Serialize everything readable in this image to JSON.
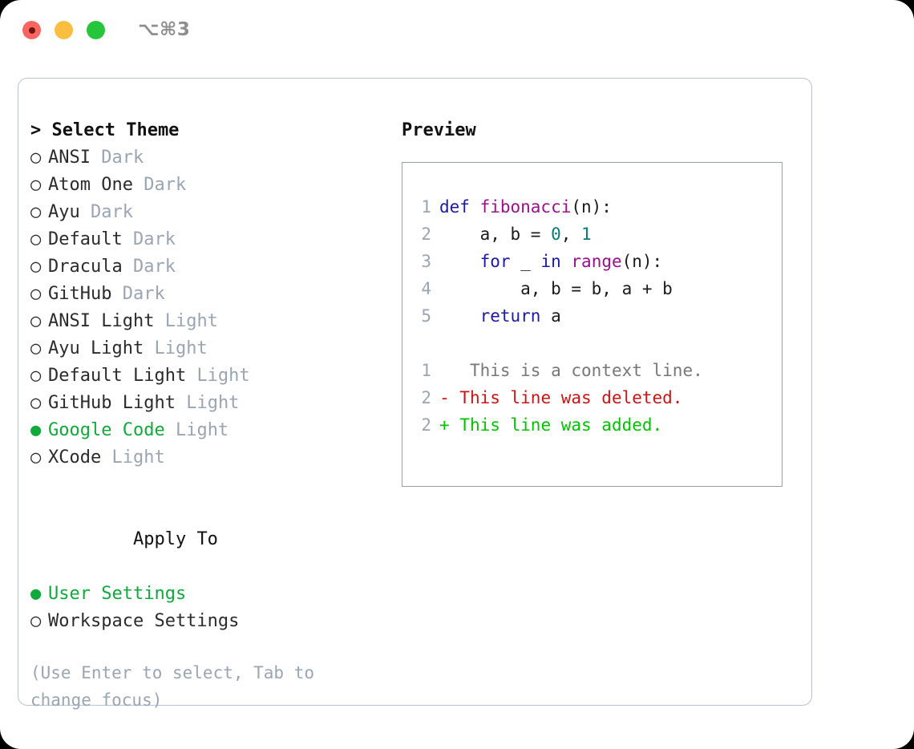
{
  "titlebar": {
    "lights": [
      {
        "name": "close",
        "color": "#fb6560"
      },
      {
        "name": "minimize",
        "color": "#fcbe40"
      },
      {
        "name": "zoom",
        "color": "#25c63b"
      }
    ],
    "shortcut": "⌥⌘3"
  },
  "theme_picker": {
    "heading": "> Select Theme",
    "heading_prefix": ">",
    "heading_text": "Select Theme",
    "options": [
      {
        "bullet": "○",
        "label": "ANSI",
        "variant": "Dark",
        "selected": false
      },
      {
        "bullet": "○",
        "label": "Atom One",
        "variant": "Dark",
        "selected": false
      },
      {
        "bullet": "○",
        "label": "Ayu",
        "variant": "Dark",
        "selected": false
      },
      {
        "bullet": "○",
        "label": "Default",
        "variant": "Dark",
        "selected": false
      },
      {
        "bullet": "○",
        "label": "Dracula",
        "variant": "Dark",
        "selected": false
      },
      {
        "bullet": "○",
        "label": "GitHub",
        "variant": "Dark",
        "selected": false
      },
      {
        "bullet": "○",
        "label": "ANSI Light",
        "variant": "Light",
        "selected": false
      },
      {
        "bullet": "○",
        "label": "Ayu Light",
        "variant": "Light",
        "selected": false
      },
      {
        "bullet": "○",
        "label": "Default Light",
        "variant": "Light",
        "selected": false
      },
      {
        "bullet": "○",
        "label": "GitHub Light",
        "variant": "Light",
        "selected": false
      },
      {
        "bullet": "●",
        "label": "Google Code",
        "variant": "Light",
        "selected": true
      },
      {
        "bullet": "○",
        "label": "XCode",
        "variant": "Light",
        "selected": false
      }
    ]
  },
  "apply_to": {
    "heading": "Apply To",
    "options": [
      {
        "bullet": "●",
        "label": "User Settings",
        "selected": true
      },
      {
        "bullet": "○",
        "label": "Workspace Settings",
        "selected": false
      }
    ]
  },
  "hint": "(Use Enter to select, Tab to change focus)",
  "preview": {
    "heading": "Preview",
    "code_lines": [
      {
        "num": "1",
        "tokens": [
          {
            "t": "def ",
            "c": "kw"
          },
          {
            "t": "fibonacci",
            "c": "fn"
          },
          {
            "t": "(n):",
            "c": "pl"
          }
        ]
      },
      {
        "num": "2",
        "tokens": [
          {
            "t": "    a, b = ",
            "c": "pl"
          },
          {
            "t": "0",
            "c": "num"
          },
          {
            "t": ", ",
            "c": "pl"
          },
          {
            "t": "1",
            "c": "num"
          }
        ]
      },
      {
        "num": "3",
        "tokens": [
          {
            "t": "    ",
            "c": "pl"
          },
          {
            "t": "for",
            "c": "kw"
          },
          {
            "t": " _ ",
            "c": "pl"
          },
          {
            "t": "in",
            "c": "kw"
          },
          {
            "t": " ",
            "c": "pl"
          },
          {
            "t": "range",
            "c": "fn"
          },
          {
            "t": "(n):",
            "c": "pl"
          }
        ]
      },
      {
        "num": "4",
        "tokens": [
          {
            "t": "        a, b = b, a + b",
            "c": "pl"
          }
        ]
      },
      {
        "num": "5",
        "tokens": [
          {
            "t": "    ",
            "c": "pl"
          },
          {
            "t": "return",
            "c": "kw"
          },
          {
            "t": " a",
            "c": "pl"
          }
        ]
      }
    ],
    "diff_lines": [
      {
        "num": "1",
        "marker": " ",
        "text": "  This is a context line.",
        "kind": "ctx"
      },
      {
        "num": "2",
        "marker": "-",
        "text": " This line was deleted.",
        "kind": "del"
      },
      {
        "num": "2",
        "marker": "+",
        "text": " This line was added.",
        "kind": "add"
      }
    ]
  },
  "colors": {
    "selected_green": "#10a93c",
    "variant_grey": "#9aa5b4",
    "keyword": "#1a1aa8",
    "function": "#9c0f8f",
    "number": "#0b7a79",
    "diff_deleted": "#cc1414",
    "diff_added": "#00c400",
    "panel_border": "#b9c3d1"
  }
}
